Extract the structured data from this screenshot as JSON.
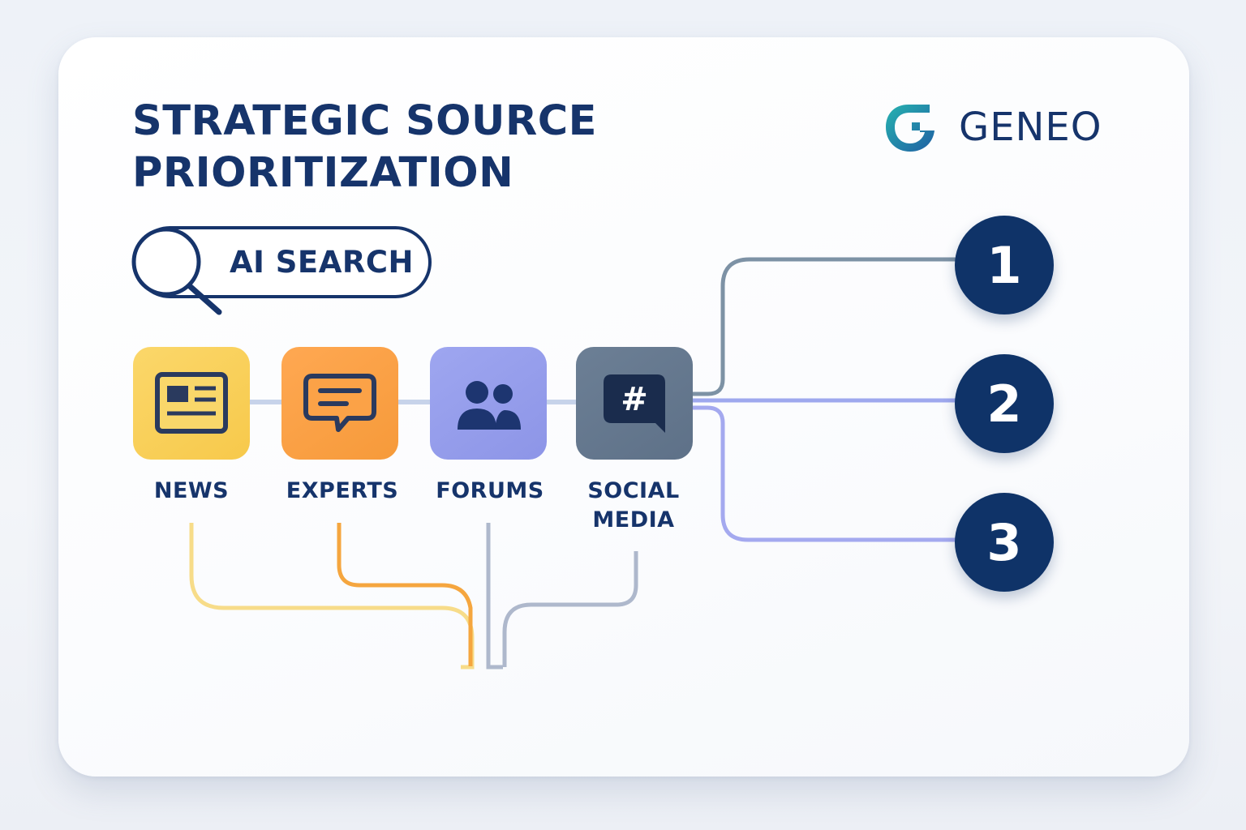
{
  "title": {
    "line1": "STRATEGIC SOURCE",
    "line2": "PRIORITIZATION"
  },
  "brand": {
    "name": "GENEO",
    "icon": "geneo-logo-icon"
  },
  "search": {
    "label": "AI SEARCH",
    "icon": "search-icon"
  },
  "sources": [
    {
      "label": "NEWS",
      "icon": "newspaper-icon",
      "color": "#f9d05c"
    },
    {
      "label": "EXPERTS",
      "icon": "chat-bubble-icon",
      "color": "#fba247"
    },
    {
      "label": "FORUMS",
      "icon": "people-icon",
      "color": "#979fec"
    },
    {
      "label": "SOCIAL\nMEDIA",
      "icon": "hashtag-icon",
      "color": "#66798f"
    }
  ],
  "ranks": [
    "1",
    "2",
    "3"
  ],
  "colors": {
    "navy": "#16346b",
    "rank_bg": "#0f3368",
    "wire_gray": "#7d92a5",
    "wire_violet": "#9ea8ee",
    "wire_yellow": "#f7d97f",
    "wire_orange": "#f5a63f"
  }
}
